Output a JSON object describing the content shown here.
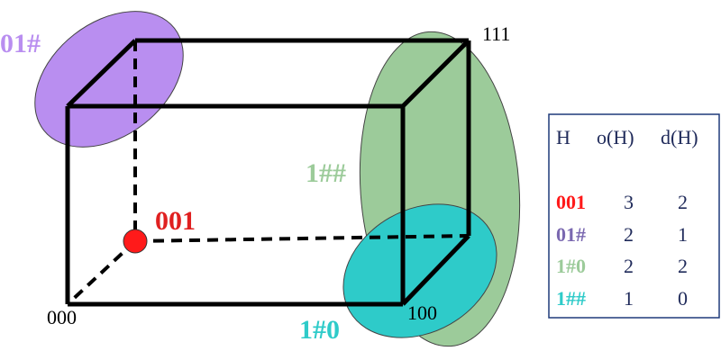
{
  "colors": {
    "schema_01x": "#b98ef0",
    "schema_1xx": "#9ccb9a",
    "schema_1x0": "#2ecbc9",
    "point_001": "#ff1a1a",
    "point_001_label": "#e02020",
    "table_01x_name": "#7a68b0",
    "table_border": "#1f3a7a",
    "table_text": "#1f2a5a",
    "edge": "#000000"
  },
  "vertices": {
    "v000": "000",
    "v100": "100",
    "v111": "111"
  },
  "schemata_labels": {
    "s01x": "01#",
    "s001": "001",
    "s1xx": "1##",
    "s1x0": "1#0"
  },
  "table": {
    "headers": [
      "H",
      "o(H)",
      "d(H)"
    ],
    "rows": [
      {
        "h": "001",
        "o": "3",
        "d": "2",
        "color": "#ff1a1a"
      },
      {
        "h": "01#",
        "o": "2",
        "d": "1",
        "color": "#7a68b0"
      },
      {
        "h": "1#0",
        "o": "2",
        "d": "2",
        "color": "#9ccb9a"
      },
      {
        "h": "1##",
        "o": "1",
        "d": "0",
        "color": "#2ecbc9"
      }
    ]
  }
}
